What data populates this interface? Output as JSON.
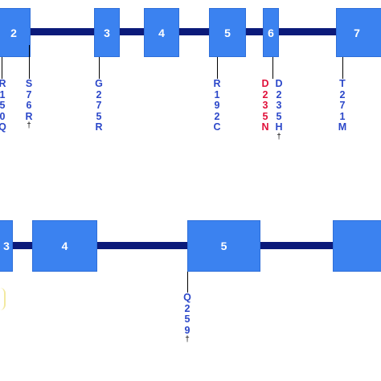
{
  "colors": {
    "exon_fill": "#3b82f0",
    "intron_line": "#0b1a7a",
    "mutation_text": "#2b47c9",
    "highlight_text": "#e0103a",
    "partial_yellow": "#f2e9a0"
  },
  "diagram_top": {
    "exons": [
      "2",
      "3",
      "4",
      "5",
      "6",
      "7"
    ],
    "mutations": [
      {
        "id": "m1",
        "chars": [
          "R",
          "1",
          "5",
          "0",
          "Q"
        ],
        "dagger": false,
        "highlight": false
      },
      {
        "id": "m2",
        "chars": [
          "S",
          "7",
          "6",
          "R"
        ],
        "dagger": true,
        "highlight": false
      },
      {
        "id": "m3",
        "chars": [
          "G",
          "2",
          "7",
          "5",
          "R"
        ],
        "dagger": false,
        "highlight": false
      },
      {
        "id": "m4",
        "chars": [
          "R",
          "1",
          "9",
          "2",
          "C"
        ],
        "dagger": false,
        "highlight": false
      },
      {
        "id": "m5",
        "chars": [
          "D",
          "2",
          "3",
          "5",
          "N"
        ],
        "dagger": false,
        "highlight": true
      },
      {
        "id": "m6",
        "chars": [
          "D",
          "2",
          "3",
          "5",
          "H"
        ],
        "dagger": true,
        "highlight": false
      },
      {
        "id": "m7",
        "chars": [
          "T",
          "2",
          "7",
          "1",
          "M"
        ],
        "dagger": false,
        "highlight": false
      }
    ],
    "dagger_symbol": "†"
  },
  "diagram_bottom": {
    "exons": [
      "3",
      "4",
      "5",
      ""
    ],
    "mutations": [
      {
        "id": "b1",
        "chars": [
          "Q",
          "2",
          "5",
          "9"
        ],
        "dagger": true,
        "highlight": false
      }
    ]
  }
}
